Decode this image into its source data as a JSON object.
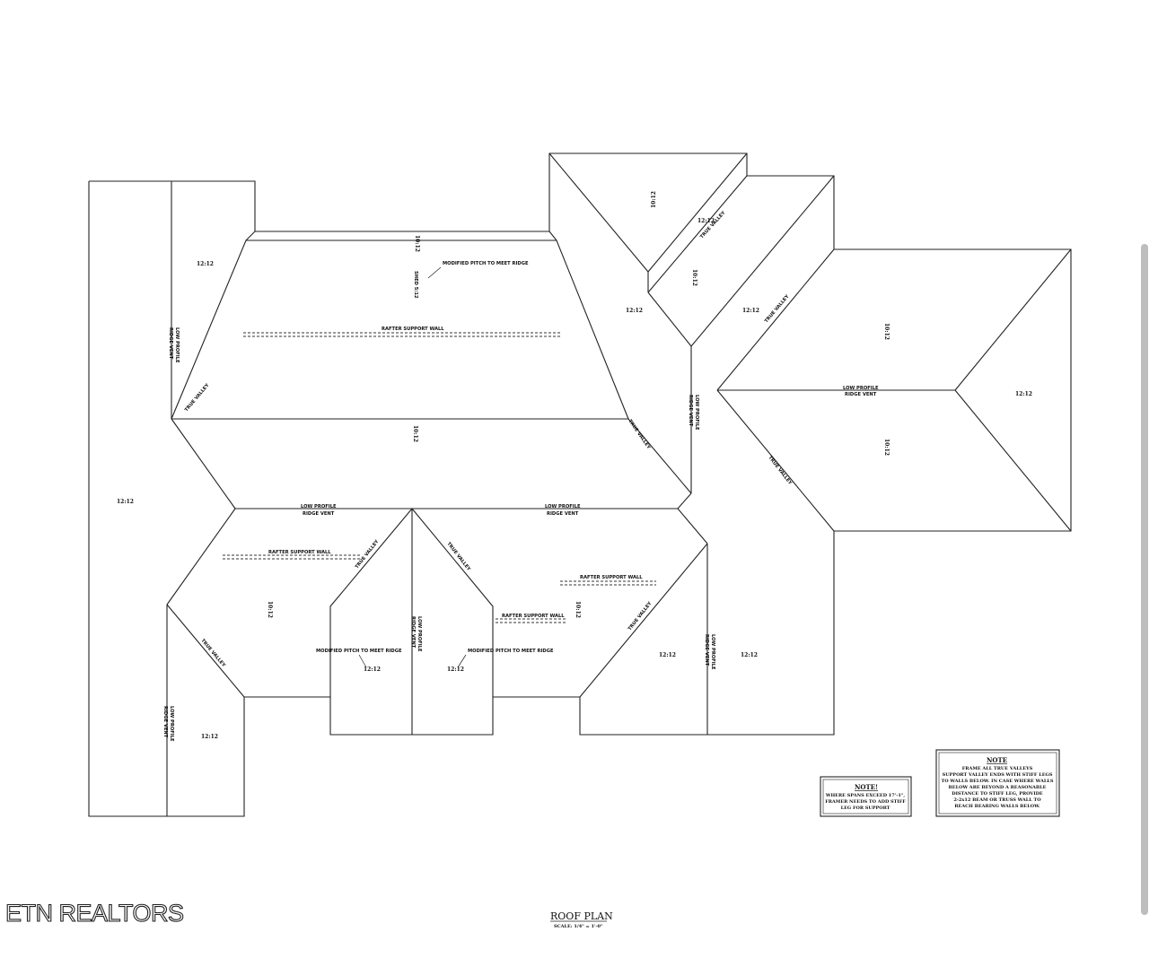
{
  "brand": "ETN REALTORS",
  "plan_title": "ROOF PLAN",
  "plan_scale": "SCALE: 1/4\" = 1'-0\"",
  "labels": {
    "p1212": "12:12",
    "p1012": "10:12",
    "shed": "SHED 5:12",
    "modified_pitch": "MODIFIED PITCH TO MEET RIDGE",
    "rafter_support_wall": "RAFTER SUPPORT WALL",
    "ridge_vent": "RIDGE VENT",
    "low_profile": "LOW PROFILE",
    "true_valley": "TRUE VALLEY"
  },
  "note_small": {
    "title": "NOTE!",
    "lines": [
      "WHERE SPANS EXCEED 17'-1\",",
      "FRAMER NEEDS TO ADD STIFF",
      "LEG FOR SUPPORT"
    ]
  },
  "note_large": {
    "title": "NOTE",
    "lines": [
      "FRAME ALL TRUE VALLEYS",
      "SUPPORT VALLEY ENDS WITH STIFF LEGS",
      "TO WALLS BELOW. IN CASE WHERE WALLS",
      "BELOW ARE BEYOND A REASONABLE",
      "DISTANCE TO STIFF LEG, PROVIDE",
      "2-2x12 BEAM OR TRUSS WALL TO",
      "REACH BEARING WALLS BELOW."
    ]
  }
}
